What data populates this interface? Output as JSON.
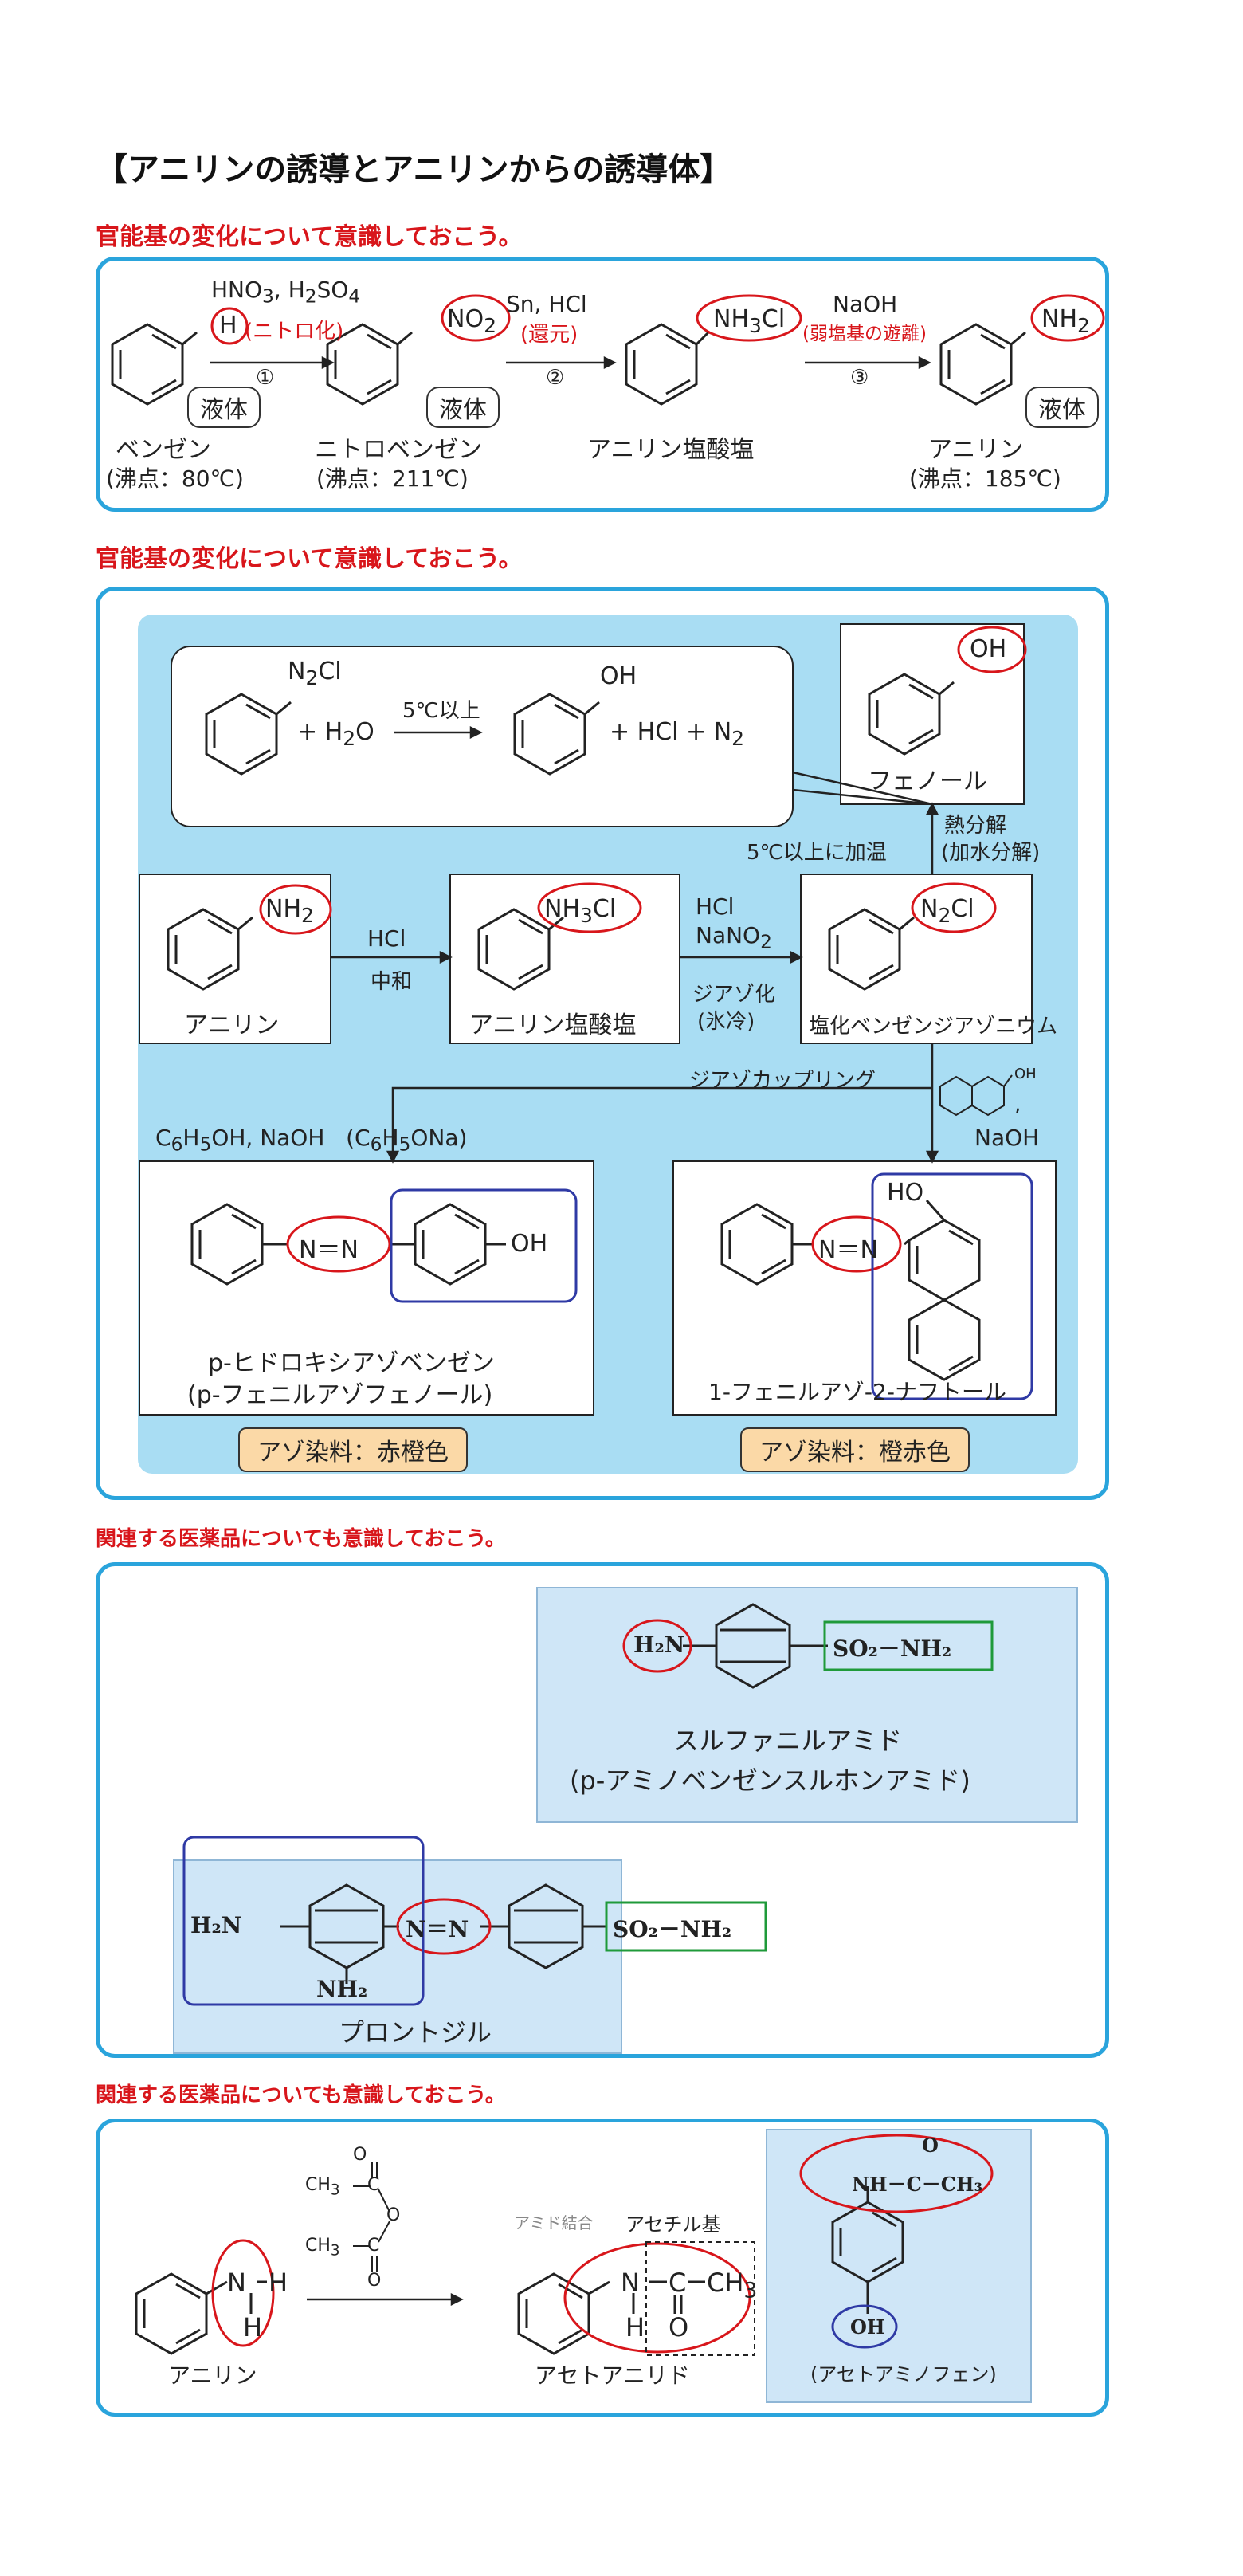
{
  "title": "【アニリンの誘導とアニリンからの誘導体】",
  "sections": [
    {
      "heading": "官能基の変化について意識しておこう。"
    },
    {
      "heading": "官能基の変化について意識しておこう。"
    },
    {
      "heading": "関連する医薬品についても意識しておこう。"
    },
    {
      "heading": "関連する医薬品についても意識しておこう。"
    }
  ],
  "panel1": {
    "benzene": {
      "group": "H",
      "state": "液体",
      "name": "ベンゼン",
      "bp": "(沸点：80℃)"
    },
    "step1": {
      "reagent_a": "HNO",
      "sub3": "3",
      "reagent_b": ", H",
      "sub2": "2",
      "reagent_c": "SO",
      "sub4": "4",
      "note": "(ニトロ化)",
      "num": "①"
    },
    "nitro": {
      "group": "NO",
      "group_sub": "2",
      "state": "液体",
      "name": "ニトロベンゼン",
      "bp": "(沸点：211℃)"
    },
    "step2": {
      "reagent": "Sn, HCl",
      "note": "(還元)",
      "num": "②"
    },
    "salt": {
      "group": "NH",
      "group_sub": "3",
      "group_tail": "Cl",
      "name": "アニリン塩酸塩"
    },
    "step3": {
      "reagent": "NaOH",
      "note": "(弱塩基の遊離)",
      "num": "③"
    },
    "aniline": {
      "group": "NH",
      "group_sub": "2",
      "state": "液体",
      "name": "アニリン",
      "bp": "(沸点：185℃)"
    }
  },
  "panel2": {
    "eq": {
      "n2cl": "N",
      "n2cl_sub": "2",
      "n2cl_tail": "Cl",
      "plus_h2o": "+ H",
      "h2o_sub": "2",
      "h2o_tail": "O",
      "cond": "5℃以上",
      "oh": "OH",
      "products": "+ HCl + N",
      "n2_sub": "2"
    },
    "phenol": {
      "group": "OH",
      "name": "フェノール"
    },
    "heat": {
      "line1": "熱分解",
      "line2": "(加水分解)",
      "warm": "5℃以上に加温"
    },
    "aniline": {
      "group": "NH",
      "group_sub": "2",
      "name": "アニリン"
    },
    "neutral": {
      "reagent": "HCl",
      "label": "中和"
    },
    "salt": {
      "group": "NH",
      "group_sub": "3",
      "group_tail": "Cl",
      "name": "アニリン塩酸塩"
    },
    "diazo": {
      "reagent1": "HCl",
      "reagent2": "NaNO",
      "reagent2_sub": "2",
      "label1": "ジアゾ化",
      "label2": "(氷冷)"
    },
    "diazonium": {
      "group": "N",
      "group_sub": "2",
      "group_tail": "Cl",
      "name": "塩化ベンゼンジアゾニウム"
    },
    "coupling": {
      "label": "ジアゾカップリング",
      "naoh": "NaOH",
      "oh": "OH",
      "comma": ","
    },
    "left_reagents": {
      "a": "C",
      "a1": "6",
      "b": "H",
      "b1": "5",
      "c": "OH, NaOH",
      "d": "(C",
      "d1": "6",
      "e": "H",
      "e1": "5",
      "f": "ONa)"
    },
    "azo1": {
      "nn": "N＝N",
      "oh": "OH",
      "name1": "p-ヒドロキシアゾベンゼン",
      "name2": "(p-フェニルアゾフェノール)",
      "dye": "アゾ染料：赤橙色"
    },
    "azo2": {
      "nn": "N＝N",
      "oh": "HO",
      "name": "1-フェニルアゾ-2-ナフトール",
      "dye": "アゾ染料：橙赤色"
    }
  },
  "panel3": {
    "sulfa": {
      "h2n": "H₂N",
      "so2": "SO₂－NH₂",
      "name1": "スルファニルアミド",
      "name2": "(p-アミノベンゼンスルホンアミド)"
    },
    "prontosil": {
      "h2n": "H₂N",
      "nn": "N＝N",
      "nh2": "NH₂",
      "so2": "SO₂－NH₂",
      "name": "プロントジル"
    }
  },
  "panel4": {
    "anhydride": {
      "ch3": "CH",
      "ch3_sub": "3",
      "c": "C",
      "o": "O"
    },
    "aniline": {
      "n": "N",
      "h1": "H",
      "h2": "H",
      "name": "アニリン"
    },
    "amide_note": "アミド結合",
    "acetyl_note": "アセチル基",
    "acetanilide": {
      "n": "N",
      "h": "H",
      "c": "C",
      "o": "O",
      "ch3": "CH",
      "ch3_sub": "3",
      "name": "アセトアニリド"
    },
    "acetaminophen": {
      "o": "O",
      "nh": "NH－C－CH₃",
      "oh": "OH",
      "name": "(アセトアミノフェン)"
    }
  },
  "colors": {
    "frame": "#2aa4dc",
    "heading": "#d8161b",
    "panel2_bg": "#a9ddf3",
    "red_circle": "#d8161b",
    "blue_box": "#2f3aa5",
    "green_box": "#1f9a3a",
    "tag_bg": "#fbd9a7"
  }
}
